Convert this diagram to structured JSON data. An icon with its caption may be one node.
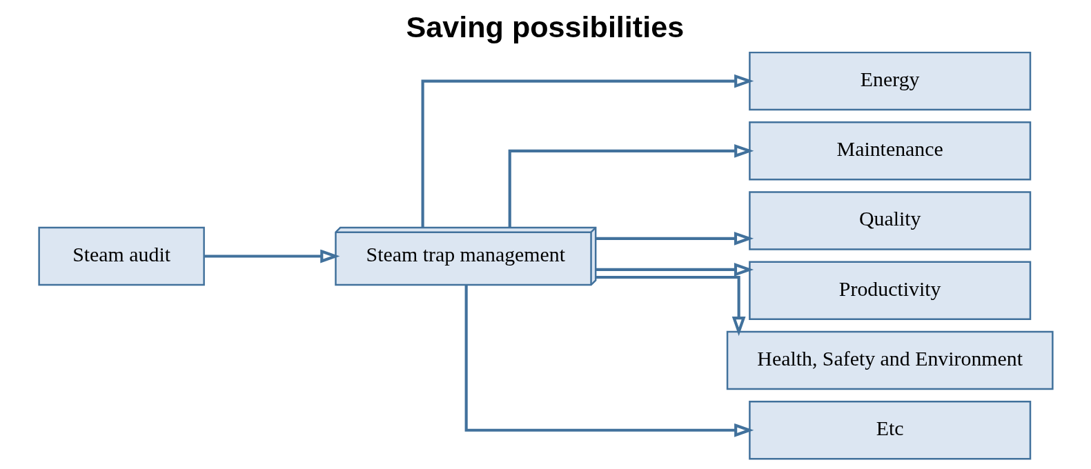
{
  "diagram": {
    "title": "Saving possibilities",
    "nodes": [
      {
        "text": [
          "Steam audit"
        ]
      },
      {
        "text": [
          "Steam trap management"
        ]
      },
      {
        "text": [
          "Energy"
        ]
      },
      {
        "text": [
          "Maintenance"
        ]
      },
      {
        "text": [
          "Quality"
        ]
      },
      {
        "text": [
          "Productivity"
        ]
      },
      {
        "text": [
          "Health, Safety and Environment"
        ]
      },
      {
        "text": [
          "Etc"
        ]
      }
    ],
    "edges": [
      {
        "from": 0,
        "to": 1,
        "arrow": "to"
      },
      {
        "from": 1,
        "to": 2,
        "arrow": "to"
      },
      {
        "from": 1,
        "to": 3,
        "arrow": "to"
      },
      {
        "from": 1,
        "to": 4,
        "arrow": "to"
      },
      {
        "from": 1,
        "to": 5,
        "arrow": "to"
      },
      {
        "from": 1,
        "to": 6,
        "arrow": "to"
      },
      {
        "from": 1,
        "to": 7,
        "arrow": "to"
      }
    ]
  }
}
